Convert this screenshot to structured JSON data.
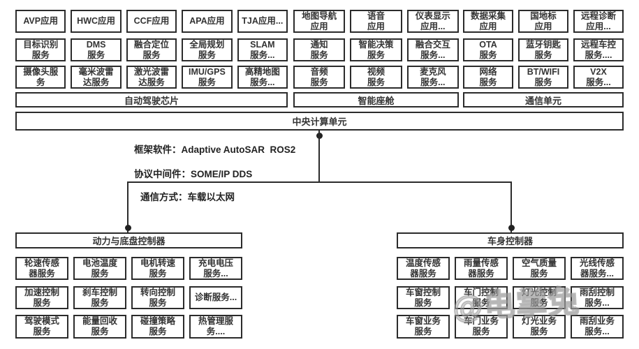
{
  "central_unit": {
    "label": "中央计算单元"
  },
  "annotations": {
    "framework": "框架软件：Adaptive AutoSAR  ROS2",
    "middleware": "协议中间件：SOME/IP DDS",
    "comm_method": "通信方式：车载以太网"
  },
  "top_groups": [
    {
      "band": "自动驾驶芯片",
      "rows": [
        [
          "AVP应用",
          "HWC应用",
          "CCF应用",
          "APA应用",
          "TJA应用..."
        ],
        [
          "目标识别\n服务",
          "DMS\n服务",
          "融合定位\n服务",
          "全局规划\n服务",
          "SLAM\n服务..."
        ],
        [
          "摄像头服\n务",
          "毫米波雷\n达服务",
          "激光波雷\n达服务",
          "IMU/GPS\n服务",
          "高精地图\n服务..."
        ]
      ]
    },
    {
      "band": "智能座舱",
      "rows": [
        [
          "地图导航\n应用",
          "语音\n应用",
          "仪表显示\n应用..."
        ],
        [
          "通知\n服务",
          "智能决策\n服务",
          "融合交互\n服务..."
        ],
        [
          "音频\n服务",
          "视频\n服务",
          "麦克风\n服务..."
        ]
      ]
    },
    {
      "band": "通信单元",
      "rows": [
        [
          "数据采集\n应用",
          "国地标\n应用",
          "远程诊断\n应用..."
        ],
        [
          "OTA\n服务",
          "蓝牙钥匙\n服务",
          "远程车控\n服务...."
        ],
        [
          "网络\n服务",
          "BT/WIFI\n服务",
          "V2X\n服务..."
        ]
      ]
    }
  ],
  "bottom_groups": [
    {
      "header": "动力与底盘控制器",
      "rows": [
        [
          "轮速传感\n器服务",
          "电池温度\n服务",
          "电机转速\n服务",
          "充电电压\n服务..."
        ],
        [
          "加速控制\n服务",
          "刹车控制\n服务",
          "转向控制\n服务",
          "诊断服务..."
        ],
        [
          "驾驶模式\n服务",
          "能量回收\n服务",
          "碰撞策略\n服务",
          "热管理服\n务...."
        ]
      ]
    },
    {
      "header": "车身控制器",
      "rows": [
        [
          "温度传感\n器服务",
          "雨量传感\n器服务",
          "空气质量\n服务",
          "光线传感\n器服务..."
        ],
        [
          "车窗控制\n服务",
          "车门控制\n服务",
          "灯光控制\n服务",
          "雨刮控制\n服务..."
        ],
        [
          "车窗业务\n服务",
          "车门业务\n服务",
          "灯光业务\n服务",
          "雨刮业务\n服务..."
        ]
      ]
    }
  ],
  "watermark": {
    "text": "@电掌兔"
  },
  "colors": {
    "border": "#2b2b2b",
    "text": "#333333",
    "line": "#2b2b2b",
    "watermark": "#969696"
  }
}
